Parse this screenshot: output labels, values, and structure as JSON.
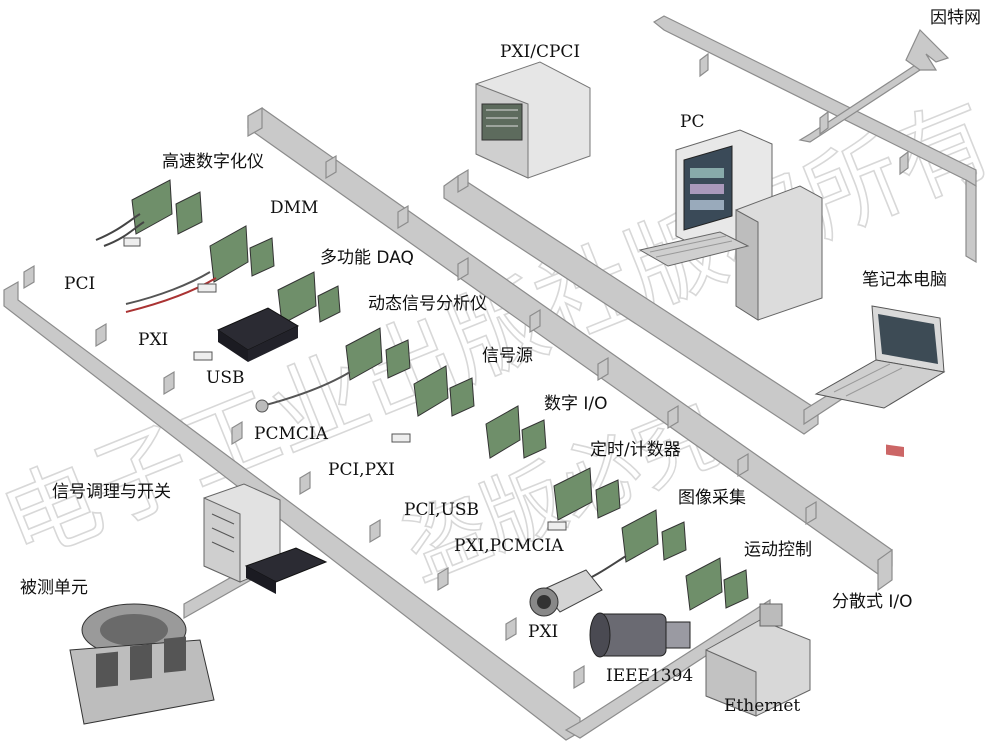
{
  "labels": {
    "internet": "因特网",
    "pxi_cpci": "PXI/CPCI",
    "pc": "PC",
    "laptop": "笔记本电脑",
    "high_speed_digitizer": "高速数字化仪",
    "dmm": "DMM",
    "multifunction_daq": "多功能 DAQ",
    "dynamic_signal_analyzer": "动态信号分析仪",
    "signal_source": "信号源",
    "digital_io": "数字 I/O",
    "timer_counter": "定时/计数器",
    "image_acquisition": "图像采集",
    "motion_control": "运动控制",
    "distributed_io": "分散式 I/O",
    "pci": "PCI",
    "pxi": "PXI",
    "usb": "USB",
    "pcmcia": "PCMCIA",
    "pci_pxi": "PCI,PXI",
    "pci_usb": "PCI,USB",
    "pxi_pcmcia": "PXI,PCMCIA",
    "pxi_camera": "PXI",
    "ieee1394": "IEEE1394",
    "ethernet": "Ethernet",
    "signal_conditioning": "信号调理与开关",
    "unit_under_test": "被测单元"
  },
  "watermark": [
    "电子工业出版社版权所有",
    "盗版必究"
  ],
  "colors": {
    "bus_fill": "#c9c9c9",
    "bus_stroke": "#8c8c8c",
    "card_green": "#6f8f6a",
    "device_dark": "#2b2b33",
    "watermark": "#d8d8d8"
  }
}
